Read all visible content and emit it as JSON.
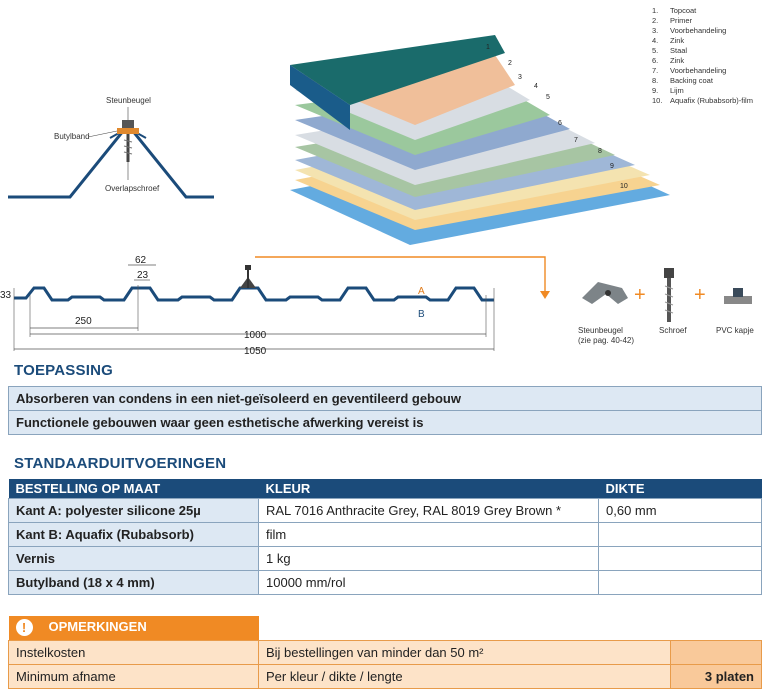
{
  "legend": [
    {
      "num": "1.",
      "label": "Topcoat"
    },
    {
      "num": "2.",
      "label": "Primer"
    },
    {
      "num": "3.",
      "label": "Voorbehandeling"
    },
    {
      "num": "4.",
      "label": "Zink"
    },
    {
      "num": "5.",
      "label": "Staal"
    },
    {
      "num": "6.",
      "label": "Zink"
    },
    {
      "num": "7.",
      "label": "Voorbehandeling"
    },
    {
      "num": "8.",
      "label": "Backing coat"
    },
    {
      "num": "9.",
      "label": "Lijm"
    },
    {
      "num": "10.",
      "label": "Aquafix (Rubabsorb)-film"
    }
  ],
  "layer_numbers": [
    "1",
    "2",
    "3",
    "4",
    "5",
    "6",
    "7",
    "8",
    "9",
    "10"
  ],
  "detail": {
    "steunbeugel": "Steunbeugel",
    "butylband": "Butylband",
    "overlapschroef": "Overlapschroef"
  },
  "profile": {
    "h": "33",
    "d62": "62",
    "d23": "23",
    "d250": "250",
    "d1000": "1000",
    "d1050": "1050",
    "a": "A",
    "b": "B"
  },
  "accessories": {
    "steunbeugel": "Steunbeugel",
    "steunbeugel_ref": "(zie pag. 40-42)",
    "schroef": "Schroef",
    "pvc": "PVC kapje",
    "plus": "+"
  },
  "toepassing": {
    "title": "TOEPASSING",
    "rows": [
      "Absorberen van condens in een niet-geïsoleerd en geventileerd gebouw",
      "Functionele gebouwen waar geen esthetische afwerking vereist is"
    ]
  },
  "standaard": {
    "title": "STANDAARDUITVOERINGEN",
    "headers": [
      "BESTELLING OP MAAT",
      "KLEUR",
      "DIKTE"
    ],
    "rows": [
      {
        "label": "Kant A: polyester silicone 25µ",
        "kleur": "RAL 7016 Anthracite Grey, RAL 8019 Grey Brown *",
        "dikte": "0,60 mm"
      },
      {
        "label": "Kant B: Aquafix (Rubabsorb)",
        "kleur": "film",
        "dikte": ""
      },
      {
        "label": "Vernis",
        "kleur": "1 kg",
        "dikte": ""
      },
      {
        "label": "Butylband (18 x 4 mm)",
        "kleur": "10000 mm/rol",
        "dikte": ""
      }
    ]
  },
  "opmerkingen": {
    "icon": "!",
    "title": "OPMERKINGEN",
    "rows": [
      {
        "label": "Instelkosten",
        "value": "Bij bestellingen van minder dan 50 m²",
        "extra": ""
      },
      {
        "label": "Minimum afname",
        "value": "Per kleur / dikte / lengte",
        "extra": "3 platen"
      }
    ]
  }
}
